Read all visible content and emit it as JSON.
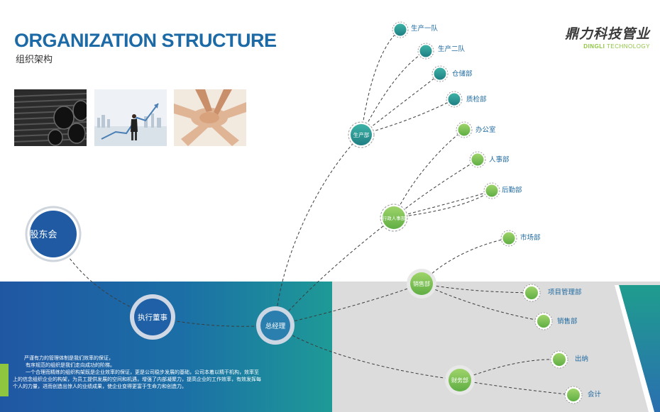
{
  "header": {
    "title": "ORGANIZATION STRUCTURE",
    "subtitle": "组织架构",
    "brand_cn": "鼎力科技管业",
    "brand_en_1": "DINGLI",
    "brand_en_2": " TECHNOLOGY"
  },
  "nodes": {
    "shareholders": "股东会",
    "exec_director": "执行董事",
    "general_manager": "总经理",
    "production": "生产部",
    "admin_hr": "行政人事部",
    "sales": "销售部",
    "finance": "财务部",
    "team1": "生产一队",
    "team2": "生产二队",
    "warehouse": "仓储部",
    "qc": "质检部",
    "office": "办公室",
    "hr": "人事部",
    "logistics": "后勤部",
    "market": "市场部",
    "project": "项目管理部",
    "sales_sub": "销售部",
    "cashier": "出纳",
    "accounting": "会计"
  },
  "description": [
    "严谨有力的管理体制是我们效率的保证，",
    "有序规范的组织是我们走向成功的阶梯。",
    "一个合理而精练的组织构架既是企业效率的保证，更是公司稳步发展的基础，公司本着以精干机构，效率至",
    "上的信念组织企业的构架，为员工提供发展的空间和机遇，增强了内部凝聚力，提高企业的工作效率，有效发挥每",
    "个人的力量，进而创造出惊人的业绩成果，使企业变得更富于生命力和创造力。"
  ],
  "colors": {
    "blue": "#1f5fa3",
    "teal": "#2a9a96",
    "green": "#7dbf4a",
    "gray": "#dcdcdc"
  }
}
